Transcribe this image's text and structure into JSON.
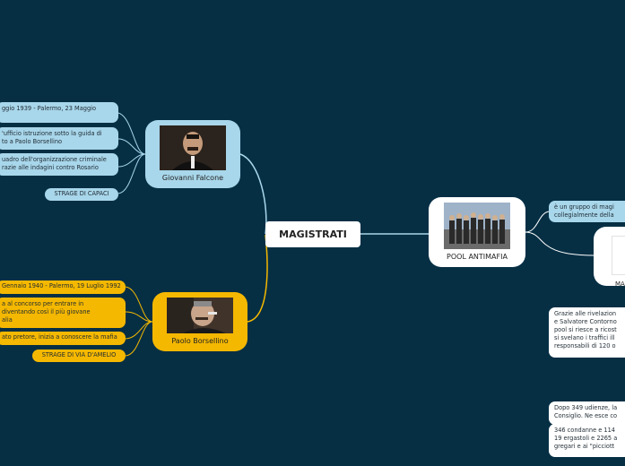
{
  "central": {
    "label": "MAGISTRATI"
  },
  "falcone": {
    "caption": "Giovanni Falcone",
    "facts": [
      [
        "ggio 1939 - Palermo, 23 Maggio"
      ],
      [
        "'ufficio istruzione sotto la guida di",
        "to a Paolo Borsellino"
      ],
      [
        "uadro dell'organizzazione criminale",
        "razie alle indagini contro Rosario"
      ],
      [
        "STRAGE DI CAPACI"
      ]
    ]
  },
  "borsellino": {
    "caption": "Paolo Borsellino",
    "facts": [
      [
        "Gennaio 1940 - Palermo, 19 Luglio 1992"
      ],
      [
        "a al concorso per entrare in",
        "diventando così il più giovane",
        "alia"
      ],
      [
        "ato pretore, inizia a conoscere la mafia"
      ],
      [
        "STRAGE DI VIA D'AMELIO"
      ]
    ]
  },
  "pool": {
    "caption": "POOL ANTIMAFIA",
    "facts": [
      [
        "è un gruppo di magi",
        "collegialmente della"
      ],
      [
        "Grazie alle rivelazion",
        "e Salvatore Contorno",
        "pool si riesce a ricost",
        "si svelano i traffici ill",
        "responsabili di 120 o"
      ],
      [
        "Dopo 349 udienze, la",
        "Consiglio. Ne esce co"
      ],
      [
        "346 condanne e 114",
        "19 ergastoli e 2265 a",
        "gregari e ai \"picciott"
      ]
    ],
    "sub_caption": "MA"
  },
  "colors": {
    "background": "#062f44",
    "falcone": "#a8d6ea",
    "borsellino": "#f5b800",
    "pool": "#ffffff",
    "link_blue": "#a8d6ea",
    "link_gold": "#f5b800"
  }
}
